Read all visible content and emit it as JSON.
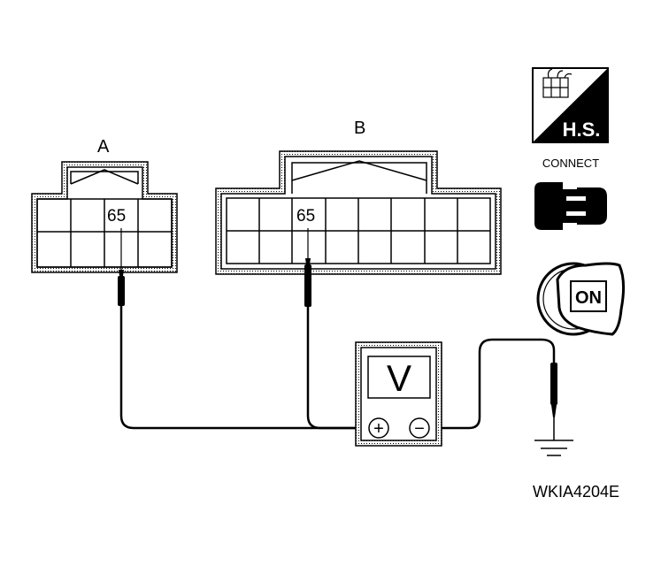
{
  "connectors": [
    {
      "label": "A",
      "pin": "65"
    },
    {
      "label": "B",
      "pin": "65"
    }
  ],
  "meter": {
    "display": "V",
    "plus": "+",
    "minus": "−"
  },
  "icons": {
    "hs_label": "H.S.",
    "connect_label": "CONNECT",
    "ignition_label": "ON"
  },
  "figure_code": "WKIA4204E",
  "colors": {
    "line": "#000000",
    "background": "#ffffff"
  }
}
